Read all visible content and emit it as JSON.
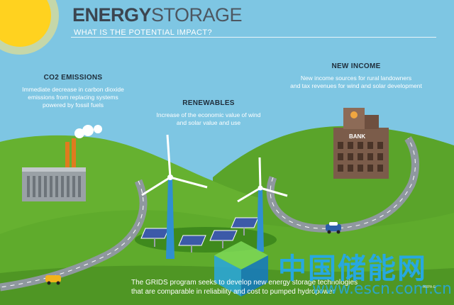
{
  "header": {
    "title_strong": "ENERGY",
    "title_light": "STORAGE",
    "subtitle": "WHAT IS THE POTENTIAL IMPACT?"
  },
  "co2": {
    "heading": "CO2 EMISSIONS",
    "desc_line1": "Immediate decrease in carbon dioxide",
    "desc_line2": "emissions from replacing systems",
    "desc_line3": "powered by fossil fuels"
  },
  "renewables": {
    "heading": "RENEWABLES",
    "desc_line1": "Increase of the economic value of wind",
    "desc_line2": "and solar value and use"
  },
  "income": {
    "heading": "NEW INCOME",
    "desc_line1": "New income sources for rural landowners",
    "desc_line2": "and tax revenues for wind and solar development",
    "bank_label": "BANK"
  },
  "footer": {
    "line1": "The GRIDS program seeks to develop new energy storage technologies",
    "line2": "that are comparable in reliability and cost to pumped hydropower"
  },
  "watermark": {
    "chinese": "中国储能网",
    "url": "www.escn.com.cn"
  },
  "credit": "ARPA-E",
  "colors": {
    "sky": "#7ec6e3",
    "grass": "#66b130",
    "grass_dark": "#4f9624",
    "road": "#9aa3aa",
    "turbine": "#2f8fd0",
    "sun": "#ffd21f"
  }
}
